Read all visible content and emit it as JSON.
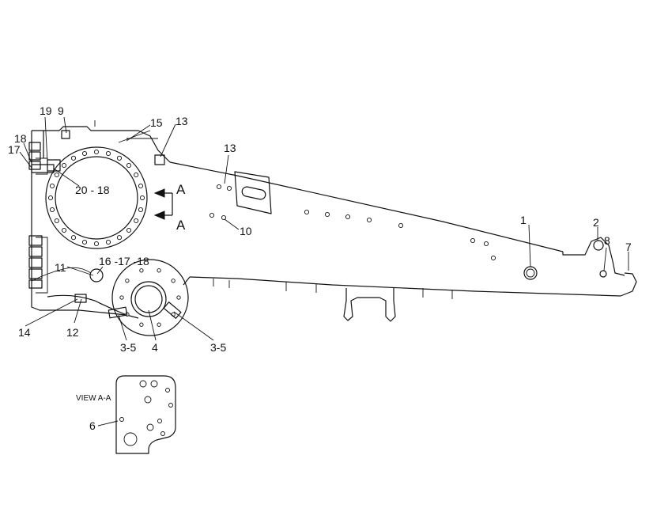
{
  "callouts": {
    "c1": "1",
    "c2": "2",
    "c7": "7",
    "c8": "8",
    "c9": "9",
    "c10": "10",
    "c11": "11",
    "c12": "12",
    "c13a": "13",
    "c13b": "13",
    "c14": "14",
    "c15": "15",
    "c16": "16 -17 -18",
    "c17": "17",
    "c18": "18",
    "c19": "19",
    "c20": "20 - 18",
    "c4": "4",
    "c35a": "3-5",
    "c35b": "3-5",
    "c6": "6"
  },
  "section": {
    "arrow_top": "A",
    "arrow_bottom": "A",
    "view_label": "VIEW A-A"
  }
}
